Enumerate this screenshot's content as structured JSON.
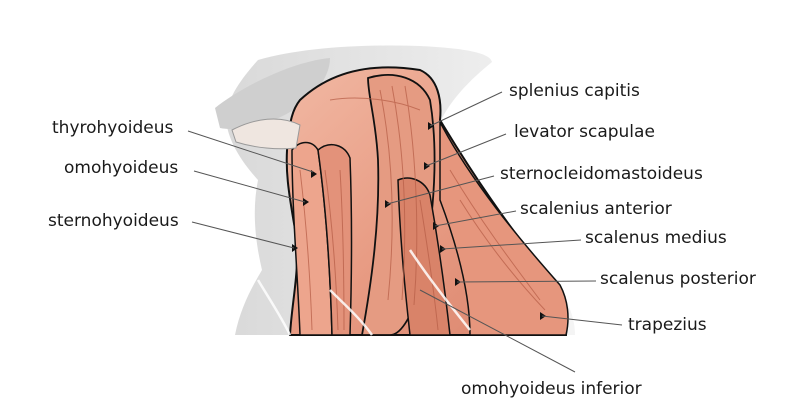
{
  "diagram": {
    "labels_left": {
      "thyrohyoideus": "thyrohyoideus",
      "omohyoideus": "omohyoideus",
      "sternohyoideus": "sternohyoideus"
    },
    "labels_right": {
      "splenius_capitis": "splenius capitis",
      "levator_scapulae": "levator scapulae",
      "sternocleidomastoideus": "sternocleidomastoideus",
      "scalenius_anterior": "scalenius anterior",
      "scalenus_medius": "scalenus medius",
      "scalenus_posterior": "scalenus posterior",
      "trapezius": "trapezius"
    },
    "labels_bottom": {
      "omohyoideus_inferior": "omohyoideus inferior"
    }
  },
  "colors": {
    "muscle": "#e8a08a",
    "muscle_dark": "#c96f58",
    "muscle_light": "#f3c2b0",
    "skin": "#eaeaea",
    "bone": "#d8d8d8",
    "line": "#555555",
    "outline": "#111111"
  }
}
